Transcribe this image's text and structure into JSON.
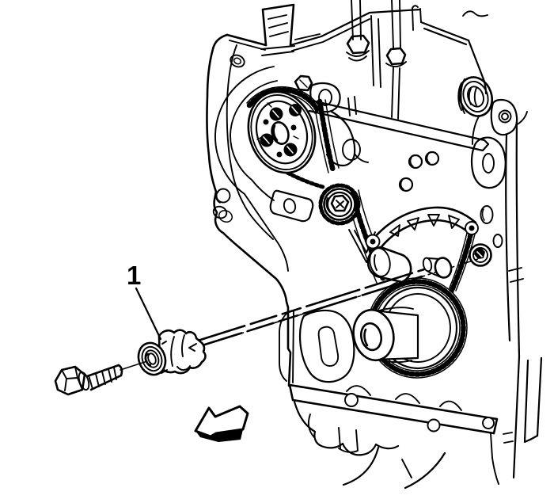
{
  "figure": {
    "type": "technical-illustration",
    "colors": {
      "line": "#000000",
      "background": "#ffffff"
    },
    "callouts": [
      {
        "label": "1"
      }
    ],
    "direction_arrow": {
      "name": "direction-arrow-left",
      "direction": "left"
    }
  }
}
